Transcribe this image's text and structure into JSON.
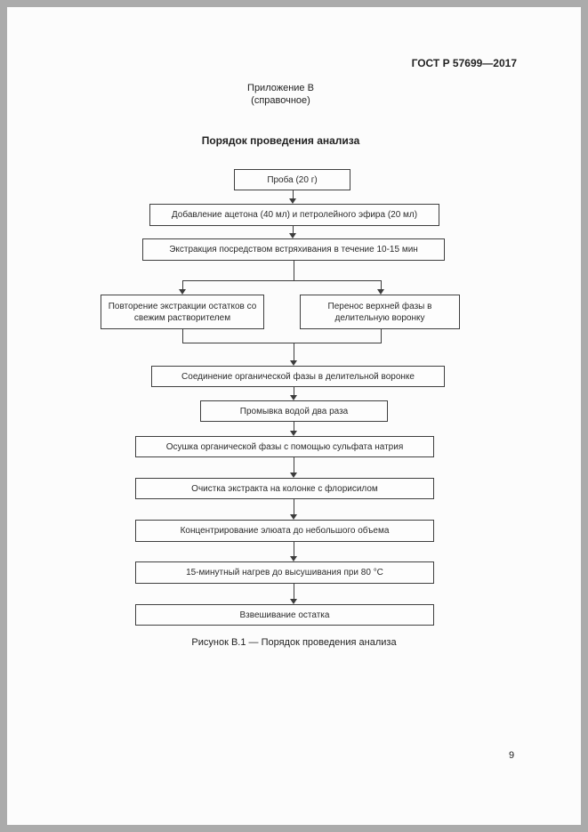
{
  "document": {
    "header": "ГОСТ Р 57699—2017",
    "appendix_title": "Приложение В",
    "appendix_subtitle": "(справочное)",
    "section_title": "Порядок проведения анализа",
    "figure_caption": "Рисунок В.1 — Порядок проведения анализа",
    "page_number": "9"
  },
  "flowchart": {
    "boxes": [
      {
        "id": "sample",
        "label": "Проба (20 г)"
      },
      {
        "id": "add-solvents",
        "label": "Добавление ацетона (40 мл) и петролейного эфира (20 мл)"
      },
      {
        "id": "extraction",
        "label": "Экстракция посредством встряхивания в течение 10-15 мин"
      },
      {
        "id": "repeat-extraction",
        "label": "Повторение экстракции остатков со свежим растворителем"
      },
      {
        "id": "transfer-phase",
        "label": "Перенос верхней фазы в делительную воронку"
      },
      {
        "id": "combine-phase",
        "label": "Соединение органической фазы в делительной воронке"
      },
      {
        "id": "wash",
        "label": "Промывка водой два раза"
      },
      {
        "id": "dry",
        "label": "Осушка органической фазы с помощью сульфата натрия"
      },
      {
        "id": "cleanup",
        "label": "Очистка экстракта на колонке с флорисилом"
      },
      {
        "id": "concentrate",
        "label": "Концентрирование элюата до небольшого объема"
      },
      {
        "id": "heat",
        "label": "15-минутный нагрев до высушивания при 80 °С"
      },
      {
        "id": "weigh",
        "label": "Взвешивание остатка"
      }
    ]
  },
  "colors": {
    "page_background": "#fcfcfc",
    "frame": "#ababab",
    "box_border": "#3f3f3f",
    "text": "#2b2b2b"
  }
}
